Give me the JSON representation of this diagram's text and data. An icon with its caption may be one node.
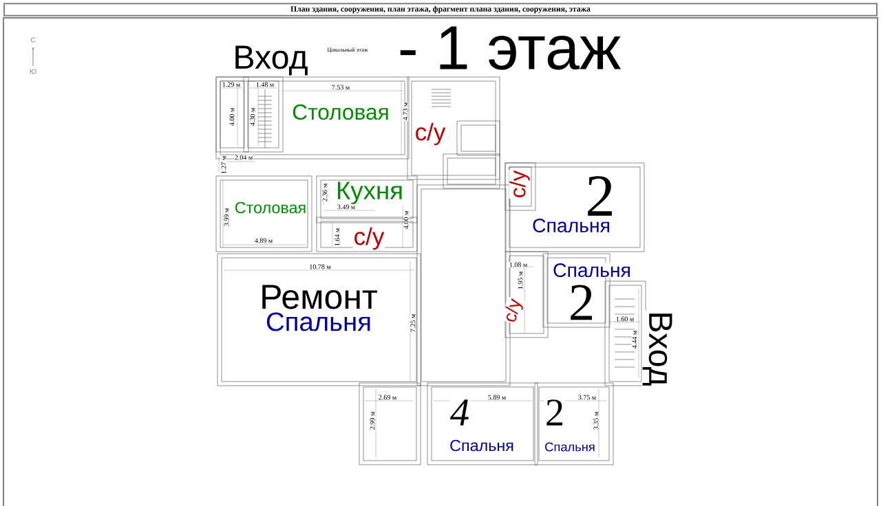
{
  "diagram": {
    "title": "План здания, сооружения, план этажа, фрагмент плана здания, сооружения, этажа",
    "labels": [
      "С",
      "Вход",
      "Цокольный этаж",
      "- 1 этаж",
      "Ю",
      "1.29 м",
      "1.48 м",
      "7.53 м",
      "4.00 м",
      "4.30 м",
      "Столовая",
      "4.73 м",
      "с/у",
      "2.04 м",
      "1.27 м",
      "с/у",
      "2",
      "2.36 м",
      "Кухня",
      "3.49 м",
      "Столовая",
      "3.99 м",
      "4.00 м",
      "Спальня",
      "1.64 м",
      "с/у",
      "4.89 м",
      "10.78 м",
      "1.08 м",
      "Спальня",
      "1.95 м",
      "Ремонт",
      "с/у",
      "2",
      "1.60 м",
      "Спальня",
      "7.25 м",
      "4.44 м",
      "Вход",
      "2.69 м",
      "5.89 м",
      "3.75 м",
      "2",
      "2.99 м",
      "4",
      "3.35 м",
      "Спальня",
      "Спальня"
    ]
  }
}
